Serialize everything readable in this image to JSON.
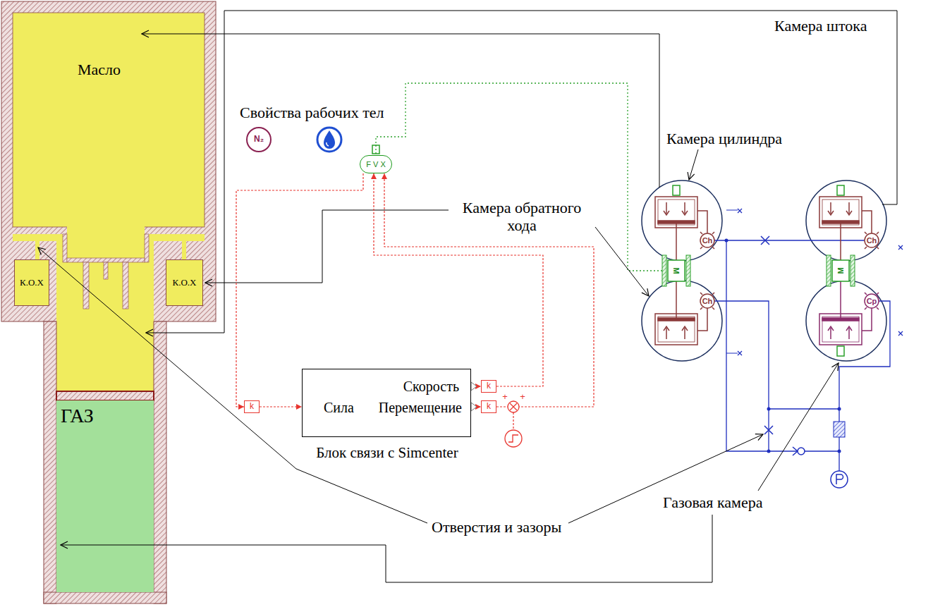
{
  "diagram": {
    "nodes": [
      {
        "text": [
          "Масло"
        ]
      },
      {
        "text": [
          "К.О.Х"
        ]
      },
      {
        "text": [
          "К.О.Х"
        ]
      },
      {
        "text": [
          "ГАЗ"
        ]
      },
      {
        "text": [
          "F V X"
        ]
      },
      {
        "text": [
          "k"
        ]
      },
      {
        "text": [
          "Блок связи с Simcenter",
          "Сила",
          "Скорость",
          "Перемещение"
        ]
      },
      {
        "text": [
          "k"
        ]
      },
      {
        "text": [
          "k"
        ]
      }
    ],
    "edges": [
      {
        "from": 4,
        "to": 5,
        "arrow": "to"
      },
      {
        "from": 5,
        "to": 6,
        "arrow": "to"
      },
      {
        "from": 6,
        "to": 7,
        "arrow": "to"
      },
      {
        "from": 6,
        "to": 8,
        "arrow": "to"
      },
      {
        "from": 7,
        "to": 4,
        "arrow": "to"
      },
      {
        "from": 8,
        "to": 4,
        "arrow": "to"
      }
    ],
    "labels": [
      "Свойства рабочих тел",
      "N₂",
      "Камера цилиндра",
      "Камера штока",
      "Камера обратного хода",
      "Ch",
      "Ch",
      "Ch",
      "Cp",
      "M",
      "M",
      "+",
      "+",
      "Отверстия и зазоры",
      "Газовая камера"
    ]
  }
}
